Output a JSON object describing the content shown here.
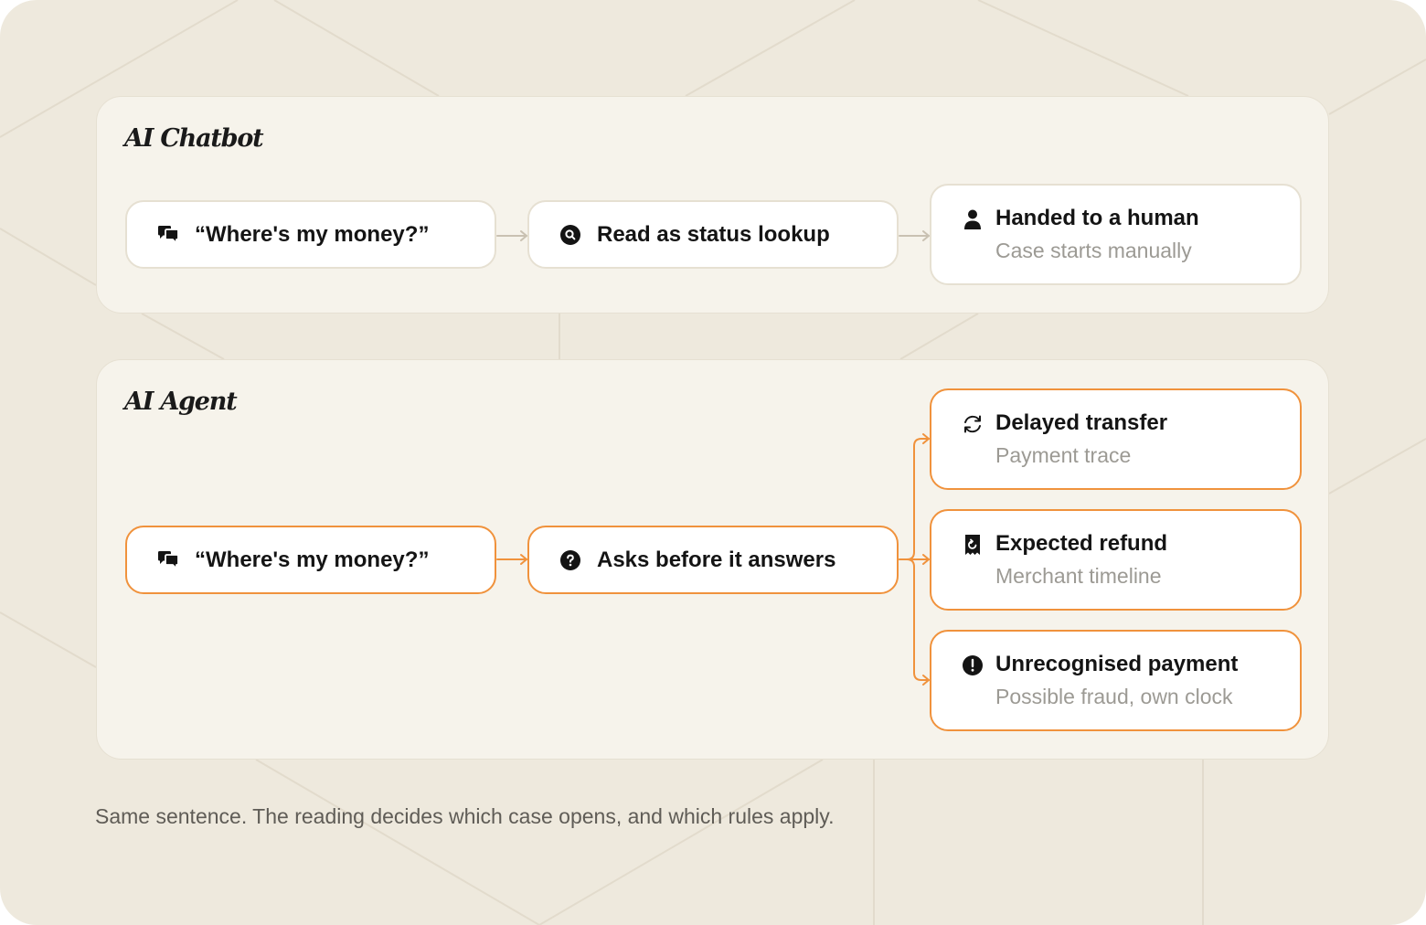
{
  "chatbot": {
    "title": "AI Chatbot",
    "input_label": "“Where's my money?”",
    "interpret_label": "Read as status lookup",
    "outcome": {
      "title": "Handed to a human",
      "subtitle": "Case starts manually"
    }
  },
  "agent": {
    "title": "AI Agent",
    "input_label": "“Where's my money?”",
    "interpret_label": "Asks before it answers",
    "outcomes": [
      {
        "title": "Delayed transfer",
        "subtitle": "Payment trace",
        "icon": "refresh-icon"
      },
      {
        "title": "Expected refund",
        "subtitle": "Merchant timeline",
        "icon": "receipt-refund-icon"
      },
      {
        "title": "Unrecognised payment",
        "subtitle": "Possible fraud, own clock",
        "icon": "alert-circle-icon"
      }
    ]
  },
  "caption": "Same sentence. The reading decides which case opens, and which rules apply.",
  "colors": {
    "background": "#EEE9DD",
    "panel": "#F6F3EB",
    "accent": "#F0923C",
    "muted_connector": "#C9C1B2",
    "subtitle_text": "#9C9A94"
  }
}
